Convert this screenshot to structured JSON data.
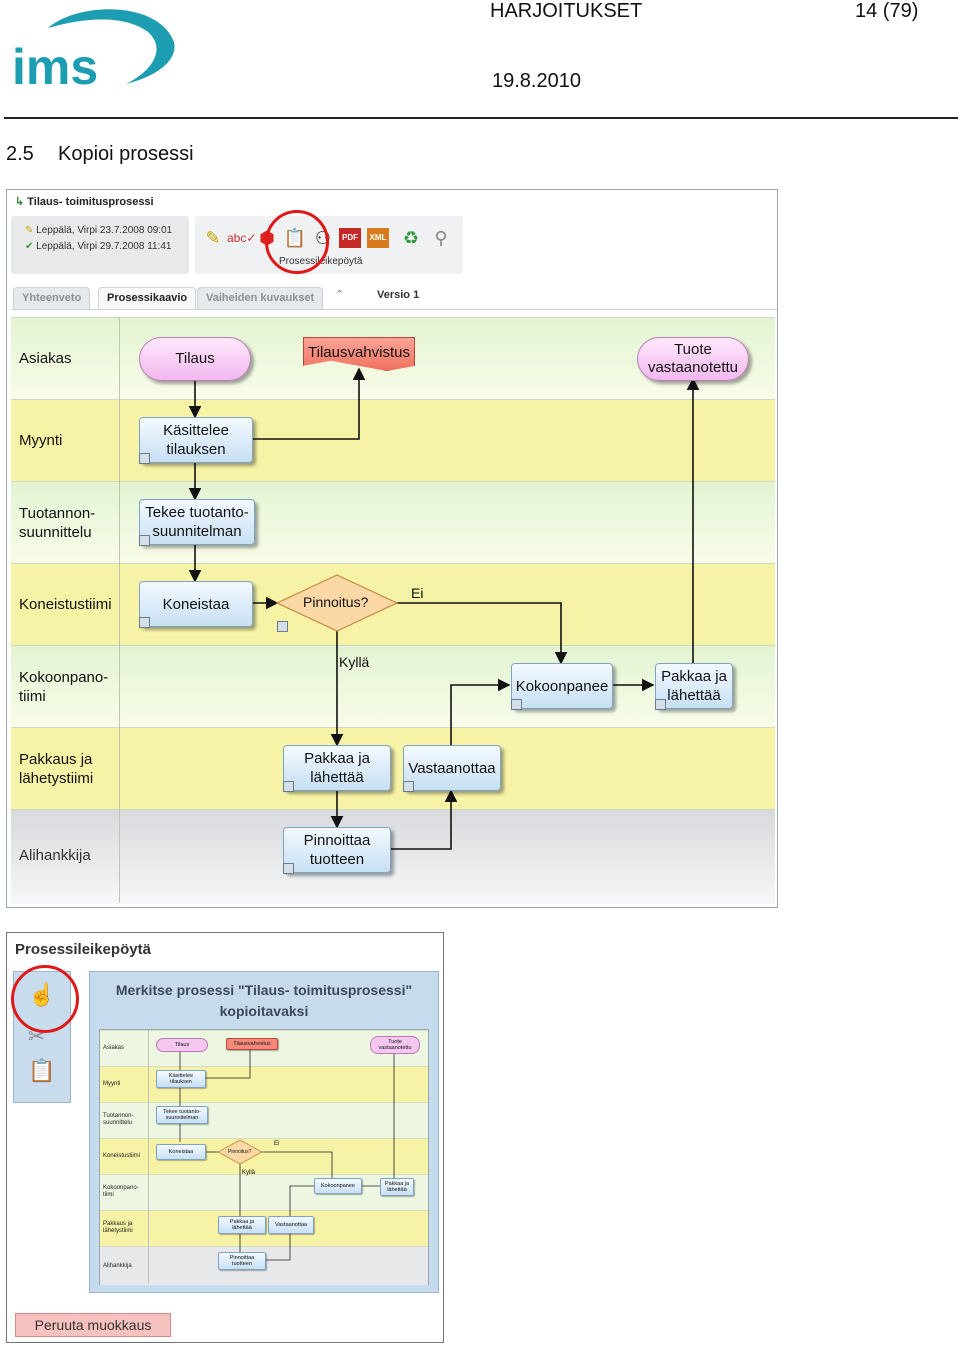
{
  "header": {
    "logo_text": "ims",
    "title": "HARJOITUKSET",
    "page": "14 (79)",
    "date": "19.8.2010"
  },
  "section": {
    "number": "2.5",
    "title": "Kopioi prosessi"
  },
  "shot1": {
    "process_name": "Tilaus- toimitusprosessi",
    "versions": [
      "Leppälä, Virpi 23.7.2008 09:01",
      "Leppälä, Virpi 29.7.2008 11:41"
    ],
    "toolbar_label": "Prosessileikepöytä",
    "tabs": [
      "Yhteenveto",
      "Prosessikaavio",
      "Vaiheiden kuvaukset"
    ],
    "version": "Versio 1",
    "lanes": [
      "Asiakas",
      "Myynti",
      "Tuotannon-\nsuunnittelu",
      "Koneistustiimi",
      "Kokoonpano-\ntiimi",
      "Pakkaus ja\nlähetystiimi",
      "Alihankkija"
    ],
    "nodes": {
      "tilaus": "Tilaus",
      "tilausvahvistus": "Tilausvahvistus",
      "tuote": "Tuote\nvastaanotettu",
      "kasittelee": "Käsittelee\ntilauksen",
      "tekee": "Tekee tuotanto-\nsuunnitelman",
      "koneistaa": "Koneistaa",
      "pinnoitus": "Pinnoitus?",
      "kokoonpanee": "Kokoonpanee",
      "pakkaa1": "Pakkaa ja\nlähettää",
      "pakkaa2": "Pakkaa ja\nlähettää",
      "vastaanottaa": "Vastaanottaa",
      "pinnoittaa": "Pinnoittaa\ntuotteen"
    },
    "flow_labels": {
      "ei": "Ei",
      "kylla": "Kyllä"
    }
  },
  "shot2": {
    "title": "Prosessileikepöytä",
    "message": "Merkitse prosessi \"Tilaus- toimitusprosessi\"\nkopioitavaksi",
    "cancel": "Peruuta muokkaus"
  },
  "colors": {
    "lane_green": "#e3f2d3",
    "lane_yellow": "#f7f2a8",
    "lane_gray": "#e4e6e8",
    "highlight": "#e01818"
  }
}
